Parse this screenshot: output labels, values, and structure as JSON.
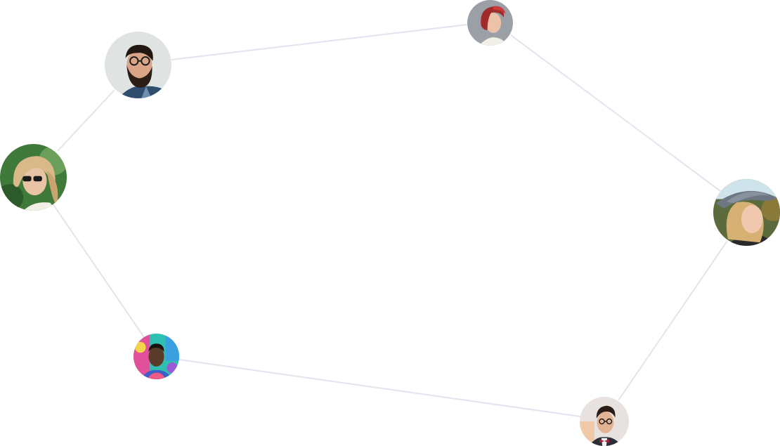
{
  "network": {
    "line_color": "#e4e3ee",
    "nodes": [
      {
        "id": "person-1",
        "icon": "avatar-bearded-man-glasses"
      },
      {
        "id": "person-2",
        "icon": "avatar-red-haired-woman"
      },
      {
        "id": "person-3",
        "icon": "avatar-blonde-woman-sunglasses"
      },
      {
        "id": "person-4",
        "icon": "avatar-woman-hat"
      },
      {
        "id": "person-5",
        "icon": "avatar-man-colorful-wall"
      },
      {
        "id": "person-6",
        "icon": "avatar-man-bowtie"
      }
    ],
    "edges": [
      [
        "person-1",
        "person-2"
      ],
      [
        "person-2",
        "person-4"
      ],
      [
        "person-4",
        "person-6"
      ],
      [
        "person-6",
        "person-5"
      ],
      [
        "person-5",
        "person-3"
      ],
      [
        "person-3",
        "person-1"
      ]
    ]
  }
}
